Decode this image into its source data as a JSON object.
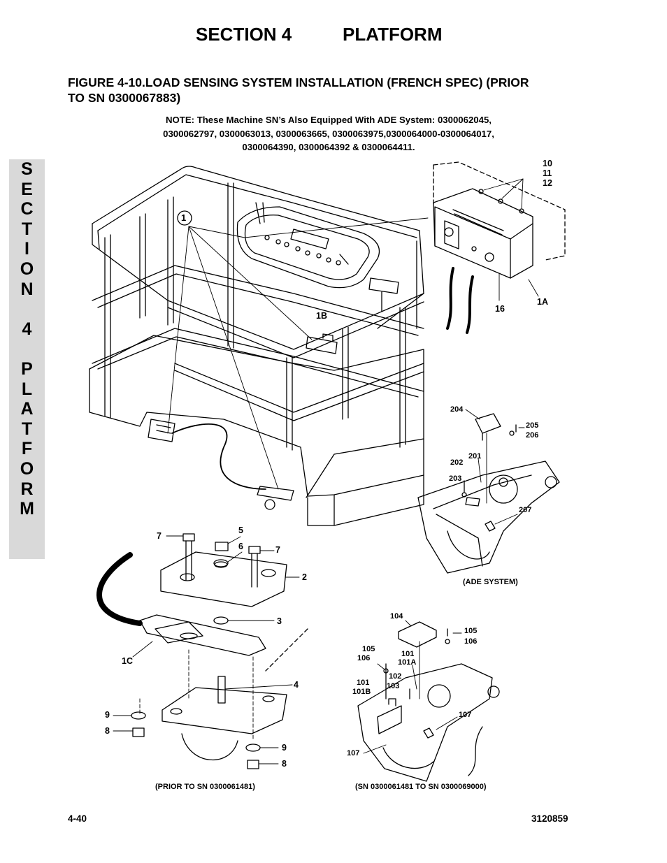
{
  "header": {
    "section": "SECTION 4",
    "title": "PLATFORM"
  },
  "figure": {
    "title_line1": "FIGURE 4-10.LOAD SENSING SYSTEM INSTALLATION (FRENCH SPEC) (PRIOR",
    "title_line2": "TO SN 0300067883)"
  },
  "note": {
    "line1": "NOTE:  These Machine SN’s Also Equipped With ADE System:  0300062045,",
    "line2": "0300062797, 0300063013, 0300063665, 0300063975,0300064000-0300064017,",
    "line3": "0300064390, 0300064392 & 0300064411."
  },
  "side_tab": {
    "letters": [
      "S",
      "E",
      "C",
      "T",
      "I",
      "O",
      "N",
      "",
      "4",
      "",
      "P",
      "L",
      "A",
      "T",
      "F",
      "O",
      "R",
      "M"
    ]
  },
  "callouts": {
    "c10": "10",
    "c11": "11",
    "c12": "12",
    "c16": "16",
    "c1A": "1A",
    "c1B": "1B",
    "c1": "1",
    "c204": "204",
    "c205": "205",
    "c206": "206",
    "c201": "201",
    "c202": "202",
    "c203": "203",
    "c207": "207",
    "c7a": "7",
    "c5": "5",
    "c6": "6",
    "c7b": "7",
    "c2": "2",
    "c3": "3",
    "c1C": "1C",
    "c4": "4",
    "c9a": "9",
    "c8a": "8",
    "c9b": "9",
    "c8b": "8",
    "c104": "104",
    "c105a": "105",
    "c106a": "106",
    "c105b": "105",
    "c106b": "106",
    "c101a": "101",
    "c101A": "101A",
    "c102": "102",
    "c103": "103",
    "c101b": "101",
    "c101B": "101B",
    "c107a": "107",
    "c107b": "107"
  },
  "captions": {
    "ade": "(ADE SYSTEM)",
    "prior": "(PRIOR TO SN 0300061481)",
    "range": "(SN 0300061481 TO SN 0300069000)"
  },
  "footer": {
    "page": "4-40",
    "doc": "3120859"
  }
}
